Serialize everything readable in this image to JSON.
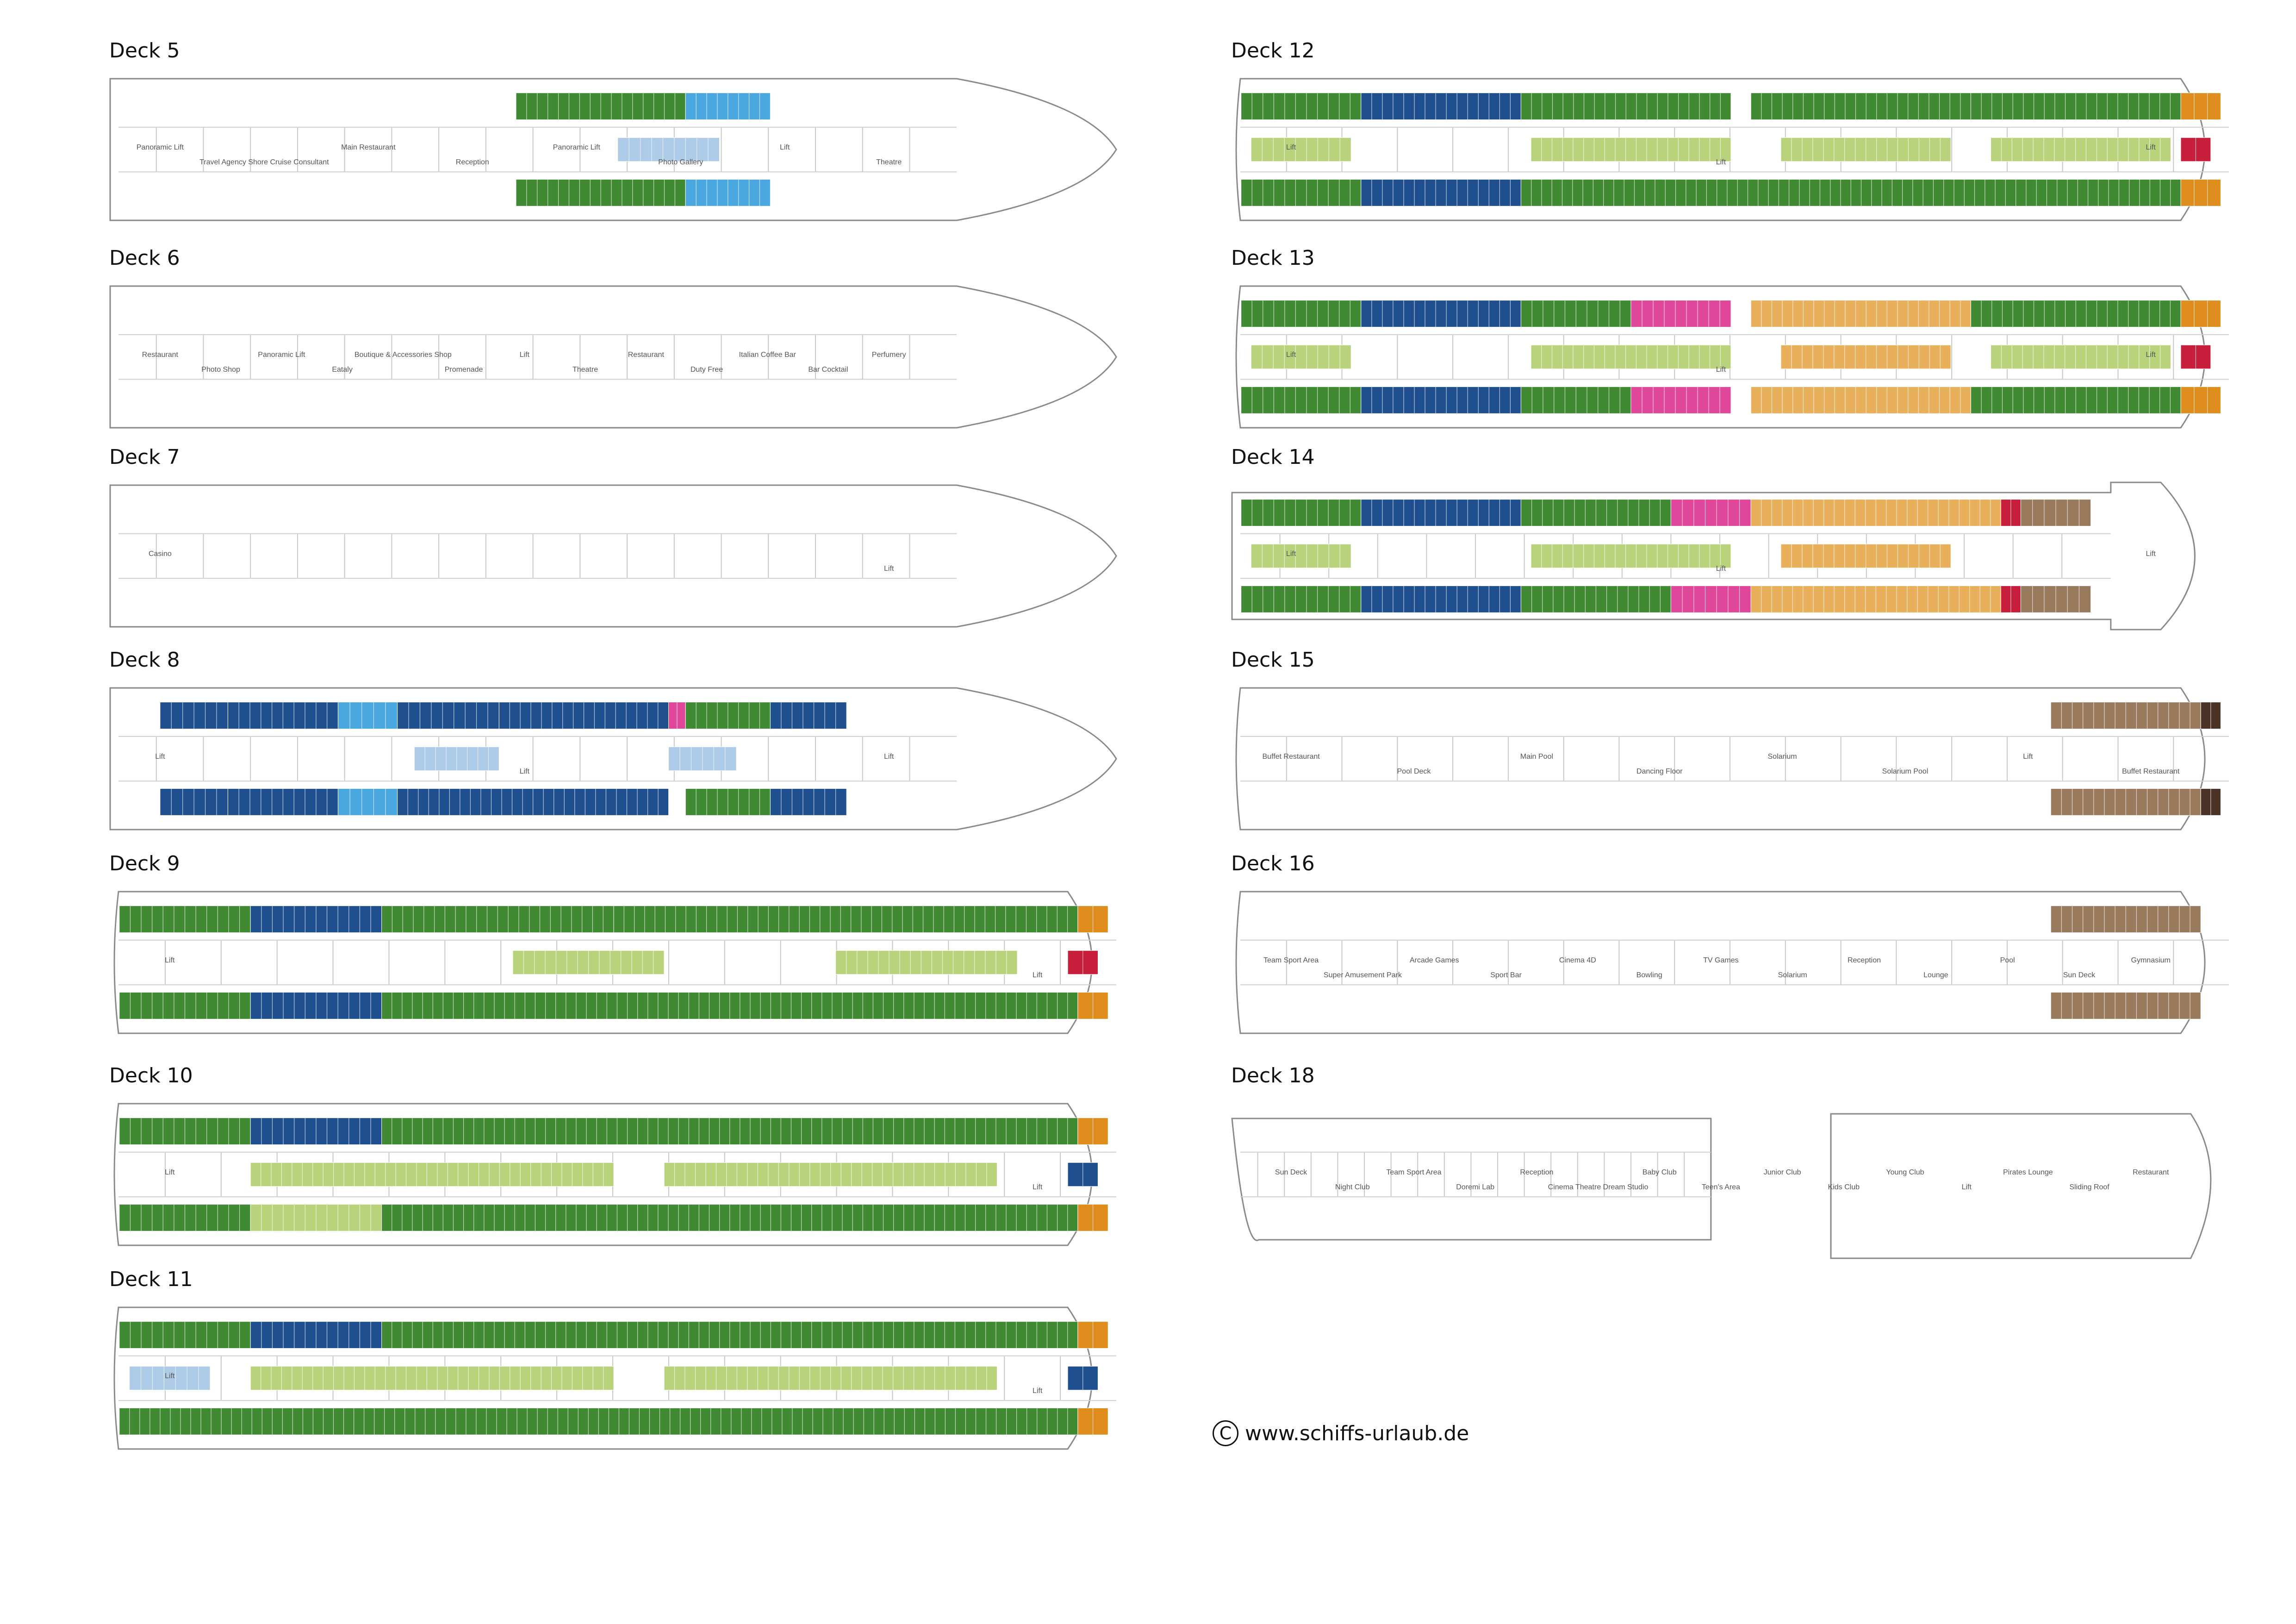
{
  "colors": {
    "green": "#3f8a32",
    "light_green": "#b8d37c",
    "dark_blue": "#1f4f8f",
    "light_blue": "#4aa7df",
    "pale_blue": "#aecbe8",
    "pink": "#e0479a",
    "orange": "#e9b05c",
    "red": "#c71f3b",
    "brown": "#9a7a5c",
    "dark_brown": "#4a3326",
    "amber": "#df8d1c",
    "outline": "#8a8a8a"
  },
  "decks": [
    {
      "id": "deck5",
      "title": "Deck 5",
      "labels": [
        "Panoramic Lift",
        "Travel Agency Shore Cruise Consultant",
        "Main Restaurant",
        "Reception",
        "Panoramic Lift",
        "Photo Gallery",
        "Lift",
        "Theatre"
      ],
      "blocks": [
        {
          "color": "green",
          "row": "top",
          "from": 0.48,
          "to": 0.68
        },
        {
          "color": "light_blue",
          "row": "top",
          "from": 0.68,
          "to": 0.78
        },
        {
          "color": "pale_blue",
          "row": "mid",
          "from": 0.6,
          "to": 0.72
        },
        {
          "color": "green",
          "row": "bottom",
          "from": 0.48,
          "to": 0.68
        },
        {
          "color": "light_blue",
          "row": "bottom",
          "from": 0.68,
          "to": 0.78
        }
      ]
    },
    {
      "id": "deck6",
      "title": "Deck 6",
      "labels": [
        "Restaurant",
        "Photo Shop",
        "Panoramic Lift",
        "Eataly",
        "Boutique & Accessories Shop",
        "Promenade",
        "Lift",
        "Theatre",
        "Restaurant",
        "Duty Free",
        "Italian Coffee Bar",
        "Bar Cocktail",
        "Perfumery"
      ],
      "blocks": []
    },
    {
      "id": "deck7",
      "title": "Deck 7",
      "labels": [
        "Casino",
        "Lift"
      ],
      "blocks": []
    },
    {
      "id": "deck8",
      "title": "Deck 8",
      "labels": [
        "Lift",
        "Lift",
        "Lift"
      ],
      "blocks": [
        {
          "color": "dark_blue",
          "row": "top",
          "from": 0.06,
          "to": 0.14
        },
        {
          "color": "dark_blue",
          "row": "top",
          "from": 0.14,
          "to": 0.27
        },
        {
          "color": "light_blue",
          "row": "top",
          "from": 0.27,
          "to": 0.34
        },
        {
          "color": "dark_blue",
          "row": "top",
          "from": 0.34,
          "to": 0.46
        },
        {
          "color": "dark_blue",
          "row": "top",
          "from": 0.46,
          "to": 0.66
        },
        {
          "color": "pink",
          "row": "top",
          "from": 0.66,
          "to": 0.68
        },
        {
          "color": "green",
          "row": "top",
          "from": 0.68,
          "to": 0.78
        },
        {
          "color": "dark_blue",
          "row": "top",
          "from": 0.78,
          "to": 0.87
        },
        {
          "color": "pale_blue",
          "row": "mid",
          "from": 0.36,
          "to": 0.46
        },
        {
          "color": "pale_blue",
          "row": "mid",
          "from": 0.66,
          "to": 0.74
        },
        {
          "color": "dark_blue",
          "row": "bottom",
          "from": 0.06,
          "to": 0.14
        },
        {
          "color": "dark_blue",
          "row": "bottom",
          "from": 0.14,
          "to": 0.27
        },
        {
          "color": "light_blue",
          "row": "bottom",
          "from": 0.27,
          "to": 0.34
        },
        {
          "color": "dark_blue",
          "row": "bottom",
          "from": 0.34,
          "to": 0.66
        },
        {
          "color": "green",
          "row": "bottom",
          "from": 0.68,
          "to": 0.78
        },
        {
          "color": "dark_blue",
          "row": "bottom",
          "from": 0.78,
          "to": 0.87
        }
      ]
    },
    {
      "id": "deck9",
      "title": "Deck 9",
      "labels": [
        "Lift",
        "Lift"
      ],
      "blocks": [
        {
          "color": "green",
          "row": "top",
          "from": 0.01,
          "to": 0.14
        },
        {
          "color": "dark_blue",
          "row": "top",
          "from": 0.14,
          "to": 0.27
        },
        {
          "color": "green",
          "row": "top",
          "from": 0.27,
          "to": 0.5
        },
        {
          "color": "green",
          "row": "top",
          "from": 0.5,
          "to": 0.96
        },
        {
          "color": "amber",
          "row": "top",
          "from": 0.96,
          "to": 0.99
        },
        {
          "color": "light_green",
          "row": "mid",
          "from": 0.4,
          "to": 0.55
        },
        {
          "color": "light_green",
          "row": "mid",
          "from": 0.72,
          "to": 0.9
        },
        {
          "color": "red",
          "row": "mid",
          "from": 0.95,
          "to": 0.98
        },
        {
          "color": "green",
          "row": "bottom",
          "from": 0.01,
          "to": 0.14
        },
        {
          "color": "dark_blue",
          "row": "bottom",
          "from": 0.14,
          "to": 0.27
        },
        {
          "color": "green",
          "row": "bottom",
          "from": 0.27,
          "to": 0.96
        },
        {
          "color": "amber",
          "row": "bottom",
          "from": 0.96,
          "to": 0.99
        }
      ]
    },
    {
      "id": "deck10",
      "title": "Deck 10",
      "labels": [
        "Lift",
        "Lift"
      ],
      "blocks": [
        {
          "color": "green",
          "row": "top",
          "from": 0.01,
          "to": 0.14
        },
        {
          "color": "dark_blue",
          "row": "top",
          "from": 0.14,
          "to": 0.27
        },
        {
          "color": "green",
          "row": "top",
          "from": 0.27,
          "to": 0.96
        },
        {
          "color": "amber",
          "row": "top",
          "from": 0.96,
          "to": 0.99
        },
        {
          "color": "light_green",
          "row": "mid",
          "from": 0.14,
          "to": 0.5
        },
        {
          "color": "light_green",
          "row": "mid",
          "from": 0.55,
          "to": 0.88
        },
        {
          "color": "dark_blue",
          "row": "mid",
          "from": 0.95,
          "to": 0.98
        },
        {
          "color": "green",
          "row": "bottom",
          "from": 0.01,
          "to": 0.14
        },
        {
          "color": "light_green",
          "row": "bottom",
          "from": 0.14,
          "to": 0.27
        },
        {
          "color": "green",
          "row": "bottom",
          "from": 0.27,
          "to": 0.96
        },
        {
          "color": "amber",
          "row": "bottom",
          "from": 0.96,
          "to": 0.99
        }
      ]
    },
    {
      "id": "deck11",
      "title": "Deck 11",
      "labels": [
        "Lift",
        "Lift"
      ],
      "blocks": [
        {
          "color": "green",
          "row": "top",
          "from": 0.01,
          "to": 0.14
        },
        {
          "color": "dark_blue",
          "row": "top",
          "from": 0.14,
          "to": 0.27
        },
        {
          "color": "green",
          "row": "top",
          "from": 0.27,
          "to": 0.96
        },
        {
          "color": "amber",
          "row": "top",
          "from": 0.96,
          "to": 0.99
        },
        {
          "color": "light_green",
          "row": "mid",
          "from": 0.14,
          "to": 0.5
        },
        {
          "color": "light_green",
          "row": "mid",
          "from": 0.55,
          "to": 0.88
        },
        {
          "color": "pale_blue",
          "row": "mid",
          "from": 0.02,
          "to": 0.1
        },
        {
          "color": "dark_blue",
          "row": "mid",
          "from": 0.95,
          "to": 0.98
        },
        {
          "color": "green",
          "row": "bottom",
          "from": 0.01,
          "to": 0.96
        },
        {
          "color": "amber",
          "row": "bottom",
          "from": 0.96,
          "to": 0.99
        }
      ]
    },
    {
      "id": "deck12",
      "title": "Deck 12",
      "labels": [
        "Lift",
        "Lift",
        "Lift"
      ],
      "blocks": [
        {
          "color": "green",
          "row": "top",
          "from": 0.01,
          "to": 0.13
        },
        {
          "color": "dark_blue",
          "row": "top",
          "from": 0.13,
          "to": 0.29
        },
        {
          "color": "green",
          "row": "top",
          "from": 0.29,
          "to": 0.5
        },
        {
          "color": "green",
          "row": "top",
          "from": 0.52,
          "to": 0.74
        },
        {
          "color": "green",
          "row": "top",
          "from": 0.74,
          "to": 0.95
        },
        {
          "color": "amber",
          "row": "top",
          "from": 0.95,
          "to": 0.99
        },
        {
          "color": "light_green",
          "row": "mid",
          "from": 0.02,
          "to": 0.12
        },
        {
          "color": "light_green",
          "row": "mid",
          "from": 0.3,
          "to": 0.5
        },
        {
          "color": "light_green",
          "row": "mid",
          "from": 0.55,
          "to": 0.72
        },
        {
          "color": "light_green",
          "row": "mid",
          "from": 0.76,
          "to": 0.94
        },
        {
          "color": "red",
          "row": "mid",
          "from": 0.95,
          "to": 0.98
        },
        {
          "color": "green",
          "row": "bottom",
          "from": 0.01,
          "to": 0.13
        },
        {
          "color": "dark_blue",
          "row": "bottom",
          "from": 0.13,
          "to": 0.29
        },
        {
          "color": "green",
          "row": "bottom",
          "from": 0.29,
          "to": 0.95
        },
        {
          "color": "amber",
          "row": "bottom",
          "from": 0.95,
          "to": 0.99
        }
      ]
    },
    {
      "id": "deck13",
      "title": "Deck 13",
      "labels": [
        "Lift",
        "Lift",
        "Lift"
      ],
      "blocks": [
        {
          "color": "green",
          "row": "top",
          "from": 0.01,
          "to": 0.13
        },
        {
          "color": "dark_blue",
          "row": "top",
          "from": 0.13,
          "to": 0.29
        },
        {
          "color": "green",
          "row": "top",
          "from": 0.29,
          "to": 0.4
        },
        {
          "color": "pink",
          "row": "top",
          "from": 0.4,
          "to": 0.5
        },
        {
          "color": "orange",
          "row": "top",
          "from": 0.52,
          "to": 0.74
        },
        {
          "color": "green",
          "row": "top",
          "from": 0.74,
          "to": 0.95
        },
        {
          "color": "amber",
          "row": "top",
          "from": 0.95,
          "to": 0.99
        },
        {
          "color": "light_green",
          "row": "mid",
          "from": 0.02,
          "to": 0.12
        },
        {
          "color": "light_green",
          "row": "mid",
          "from": 0.3,
          "to": 0.5
        },
        {
          "color": "orange",
          "row": "mid",
          "from": 0.55,
          "to": 0.72
        },
        {
          "color": "light_green",
          "row": "mid",
          "from": 0.76,
          "to": 0.94
        },
        {
          "color": "red",
          "row": "mid",
          "from": 0.95,
          "to": 0.98
        },
        {
          "color": "green",
          "row": "bottom",
          "from": 0.01,
          "to": 0.13
        },
        {
          "color": "dark_blue",
          "row": "bottom",
          "from": 0.13,
          "to": 0.29
        },
        {
          "color": "green",
          "row": "bottom",
          "from": 0.29,
          "to": 0.4
        },
        {
          "color": "pink",
          "row": "bottom",
          "from": 0.4,
          "to": 0.5
        },
        {
          "color": "orange",
          "row": "bottom",
          "from": 0.52,
          "to": 0.74
        },
        {
          "color": "green",
          "row": "bottom",
          "from": 0.74,
          "to": 0.95
        },
        {
          "color": "amber",
          "row": "bottom",
          "from": 0.95,
          "to": 0.99
        }
      ]
    },
    {
      "id": "deck14",
      "title": "Deck 14",
      "labels": [
        "Lift",
        "Lift",
        "Lift"
      ],
      "blocks": [
        {
          "color": "green",
          "row": "top",
          "from": 0.01,
          "to": 0.13
        },
        {
          "color": "dark_blue",
          "row": "top",
          "from": 0.13,
          "to": 0.29
        },
        {
          "color": "green",
          "row": "top",
          "from": 0.29,
          "to": 0.44
        },
        {
          "color": "pink",
          "row": "top",
          "from": 0.44,
          "to": 0.52
        },
        {
          "color": "orange",
          "row": "top",
          "from": 0.52,
          "to": 0.77
        },
        {
          "color": "red",
          "row": "top",
          "from": 0.77,
          "to": 0.79
        },
        {
          "color": "brown",
          "row": "top",
          "from": 0.79,
          "to": 0.86
        },
        {
          "color": "light_green",
          "row": "mid",
          "from": 0.02,
          "to": 0.12
        },
        {
          "color": "light_green",
          "row": "mid",
          "from": 0.3,
          "to": 0.5
        },
        {
          "color": "orange",
          "row": "mid",
          "from": 0.55,
          "to": 0.72
        },
        {
          "color": "green",
          "row": "bottom",
          "from": 0.01,
          "to": 0.13
        },
        {
          "color": "dark_blue",
          "row": "bottom",
          "from": 0.13,
          "to": 0.29
        },
        {
          "color": "green",
          "row": "bottom",
          "from": 0.29,
          "to": 0.44
        },
        {
          "color": "pink",
          "row": "bottom",
          "from": 0.44,
          "to": 0.52
        },
        {
          "color": "orange",
          "row": "bottom",
          "from": 0.52,
          "to": 0.77
        },
        {
          "color": "red",
          "row": "bottom",
          "from": 0.77,
          "to": 0.79
        },
        {
          "color": "brown",
          "row": "bottom",
          "from": 0.79,
          "to": 0.86
        }
      ]
    },
    {
      "id": "deck15",
      "title": "Deck 15",
      "labels": [
        "Buffet Restaurant",
        "Pool Deck",
        "Main Pool",
        "Dancing Floor",
        "Solarium",
        "Solarium Pool",
        "Lift",
        "Buffet Restaurant"
      ],
      "blocks": [
        {
          "color": "brown",
          "row": "top",
          "from": 0.82,
          "to": 0.97
        },
        {
          "color": "dark_brown",
          "row": "top",
          "from": 0.97,
          "to": 0.99
        },
        {
          "color": "brown",
          "row": "bottom",
          "from": 0.82,
          "to": 0.97
        },
        {
          "color": "dark_brown",
          "row": "bottom",
          "from": 0.97,
          "to": 0.99
        }
      ]
    },
    {
      "id": "deck16",
      "title": "Deck 16",
      "labels": [
        "Team Sport Area",
        "Super Amusement Park",
        "Arcade Games",
        "Sport Bar",
        "Cinema 4D",
        "Bowling",
        "TV Games",
        "Solarium",
        "Reception",
        "Lounge",
        "Pool",
        "Sun Deck",
        "Gymnasium"
      ],
      "blocks": [
        {
          "color": "brown",
          "row": "top",
          "from": 0.82,
          "to": 0.97
        },
        {
          "color": "brown",
          "row": "bottom",
          "from": 0.82,
          "to": 0.97
        }
      ]
    },
    {
      "id": "deck18",
      "title": "Deck 18",
      "labels": [
        "Sun Deck",
        "Night Club",
        "Team Sport Area",
        "Doremi Lab",
        "Reception",
        "Cinema Theatre Dream Studio",
        "Baby Club",
        "Teen's Area",
        "Junior Club",
        "Kids Club",
        "Young Club",
        "Lift",
        "Pirates Lounge",
        "Sliding Roof",
        "Restaurant"
      ],
      "blocks": []
    }
  ],
  "copyright": {
    "symbol": "C",
    "text": "www.schiffs-urlaub.de"
  }
}
